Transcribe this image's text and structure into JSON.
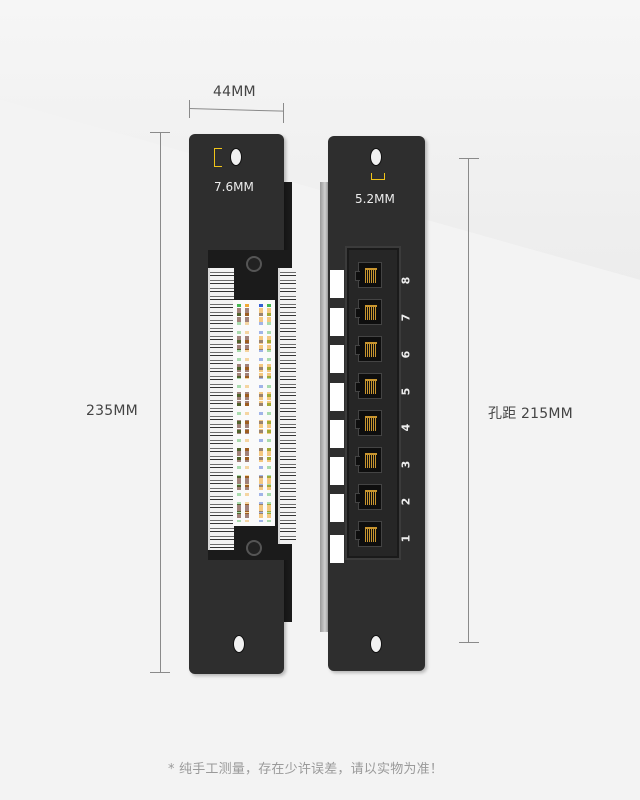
{
  "dimensions": {
    "width_label": "44MM",
    "height_label": "235MM",
    "hole_spacing_label": "孔距 215MM",
    "left_hole_label": "7.6MM",
    "right_hole_label": "5.2MM"
  },
  "ports": {
    "numbers": [
      "8",
      "7",
      "6",
      "5",
      "4",
      "3",
      "2",
      "1"
    ],
    "count": 8
  },
  "footer": {
    "disclaimer": "* 纯手工测量，存在少许误差，请以实物为准！"
  },
  "colors": {
    "plate": "#2e2e2e",
    "bracket_accent": "#f0c419",
    "jack_pins": "#c8952f",
    "background": "#f4f4f4",
    "dim_line": "#8a8a8a"
  }
}
